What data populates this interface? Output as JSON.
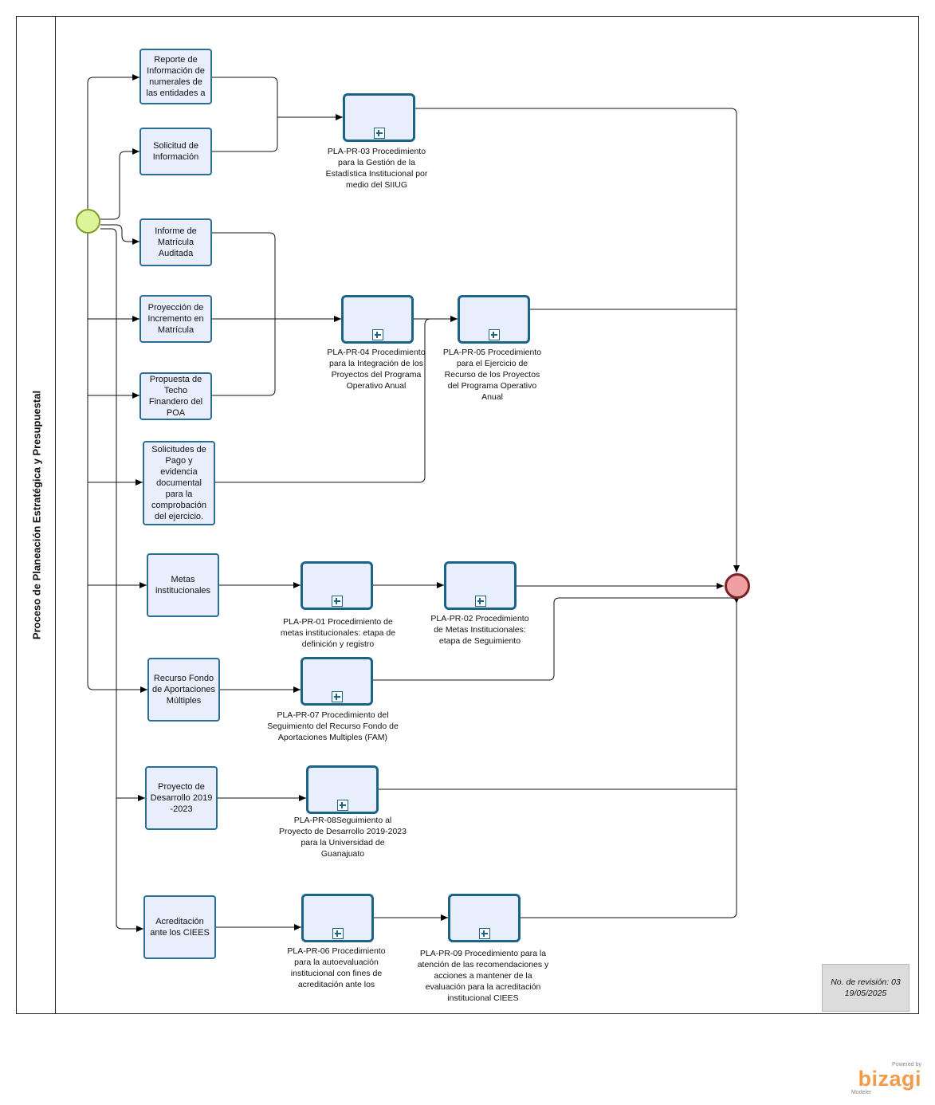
{
  "pool": {
    "title": "Proceso de Planeación Estratégica y Presupuestal"
  },
  "documents": {
    "reporte": "Reporte de Información de numerales de las entidades a",
    "solicitud": "Solicitud de Información",
    "informe": "Informe de Matrícula Auditada",
    "proyeccion": "Proyección de Incremento en Matrícula",
    "propuesta": "Propuesta de Techo Finandero del POA",
    "solicitudes_pago": "Solicitudes de Pago y evidencia documental para la comprobación del ejercicio.",
    "metas": "Metas institucionales",
    "recurso_fondo": "Recurso Fondo de Aportaciones Múltiples",
    "proyecto_desarrollo": "Proyecto de Desarrollo 2019 -2023",
    "acreditacion": "Acreditación ante los CIEES"
  },
  "subprocesses": {
    "pr03": "PLA-PR-03 Procedimiento para la Gestión de la Estadística Institucional por medio del SIIUG",
    "pr04": "PLA-PR-04 Procedimiento para la Integración de los Proyectos del Programa Operativo Anual",
    "pr05": "PLA-PR-05 Procedimiento para el Ejercicio de Recurso de los Proyectos del Programa Operativo Anual",
    "pr01": "PLA-PR-01 Procedimiento de metas institucionales: etapa de definición y registro",
    "pr02": "PLA-PR-02 Procedimiento de Metas Institucionales: etapa de Seguimiento",
    "pr07": "PLA-PR-07 Procedimiento del Seguimiento del Recurso Fondo de Aportaciones Multiples (FAM)",
    "pr08": "PLA-PR-08Seguimiento al Proyecto de Desarrollo 2019-2023 para la Universidad de Guanajuato",
    "pr06": "PLA-PR-06 Procedimiento para la autoevaluación institucional con fines de acreditación ante los",
    "pr09": "PLA-PR-09 Procedimiento para la atención de las recomendaciones y acciones a mantener de la evaluación para la acreditación institucional CIEES"
  },
  "revision": {
    "line1": "No. de revisión: 03",
    "line2": "19/05/2025"
  },
  "branding": {
    "powered": "Powered by",
    "logo": "bizagi",
    "product": "Modeler"
  },
  "colors": {
    "task_fill": "#e9eefc",
    "task_border": "#2a6f93",
    "start_fill": "#dcf59a",
    "end_fill": "#f0a0a3"
  },
  "icons": {
    "subprocess_marker": "plus-icon"
  }
}
